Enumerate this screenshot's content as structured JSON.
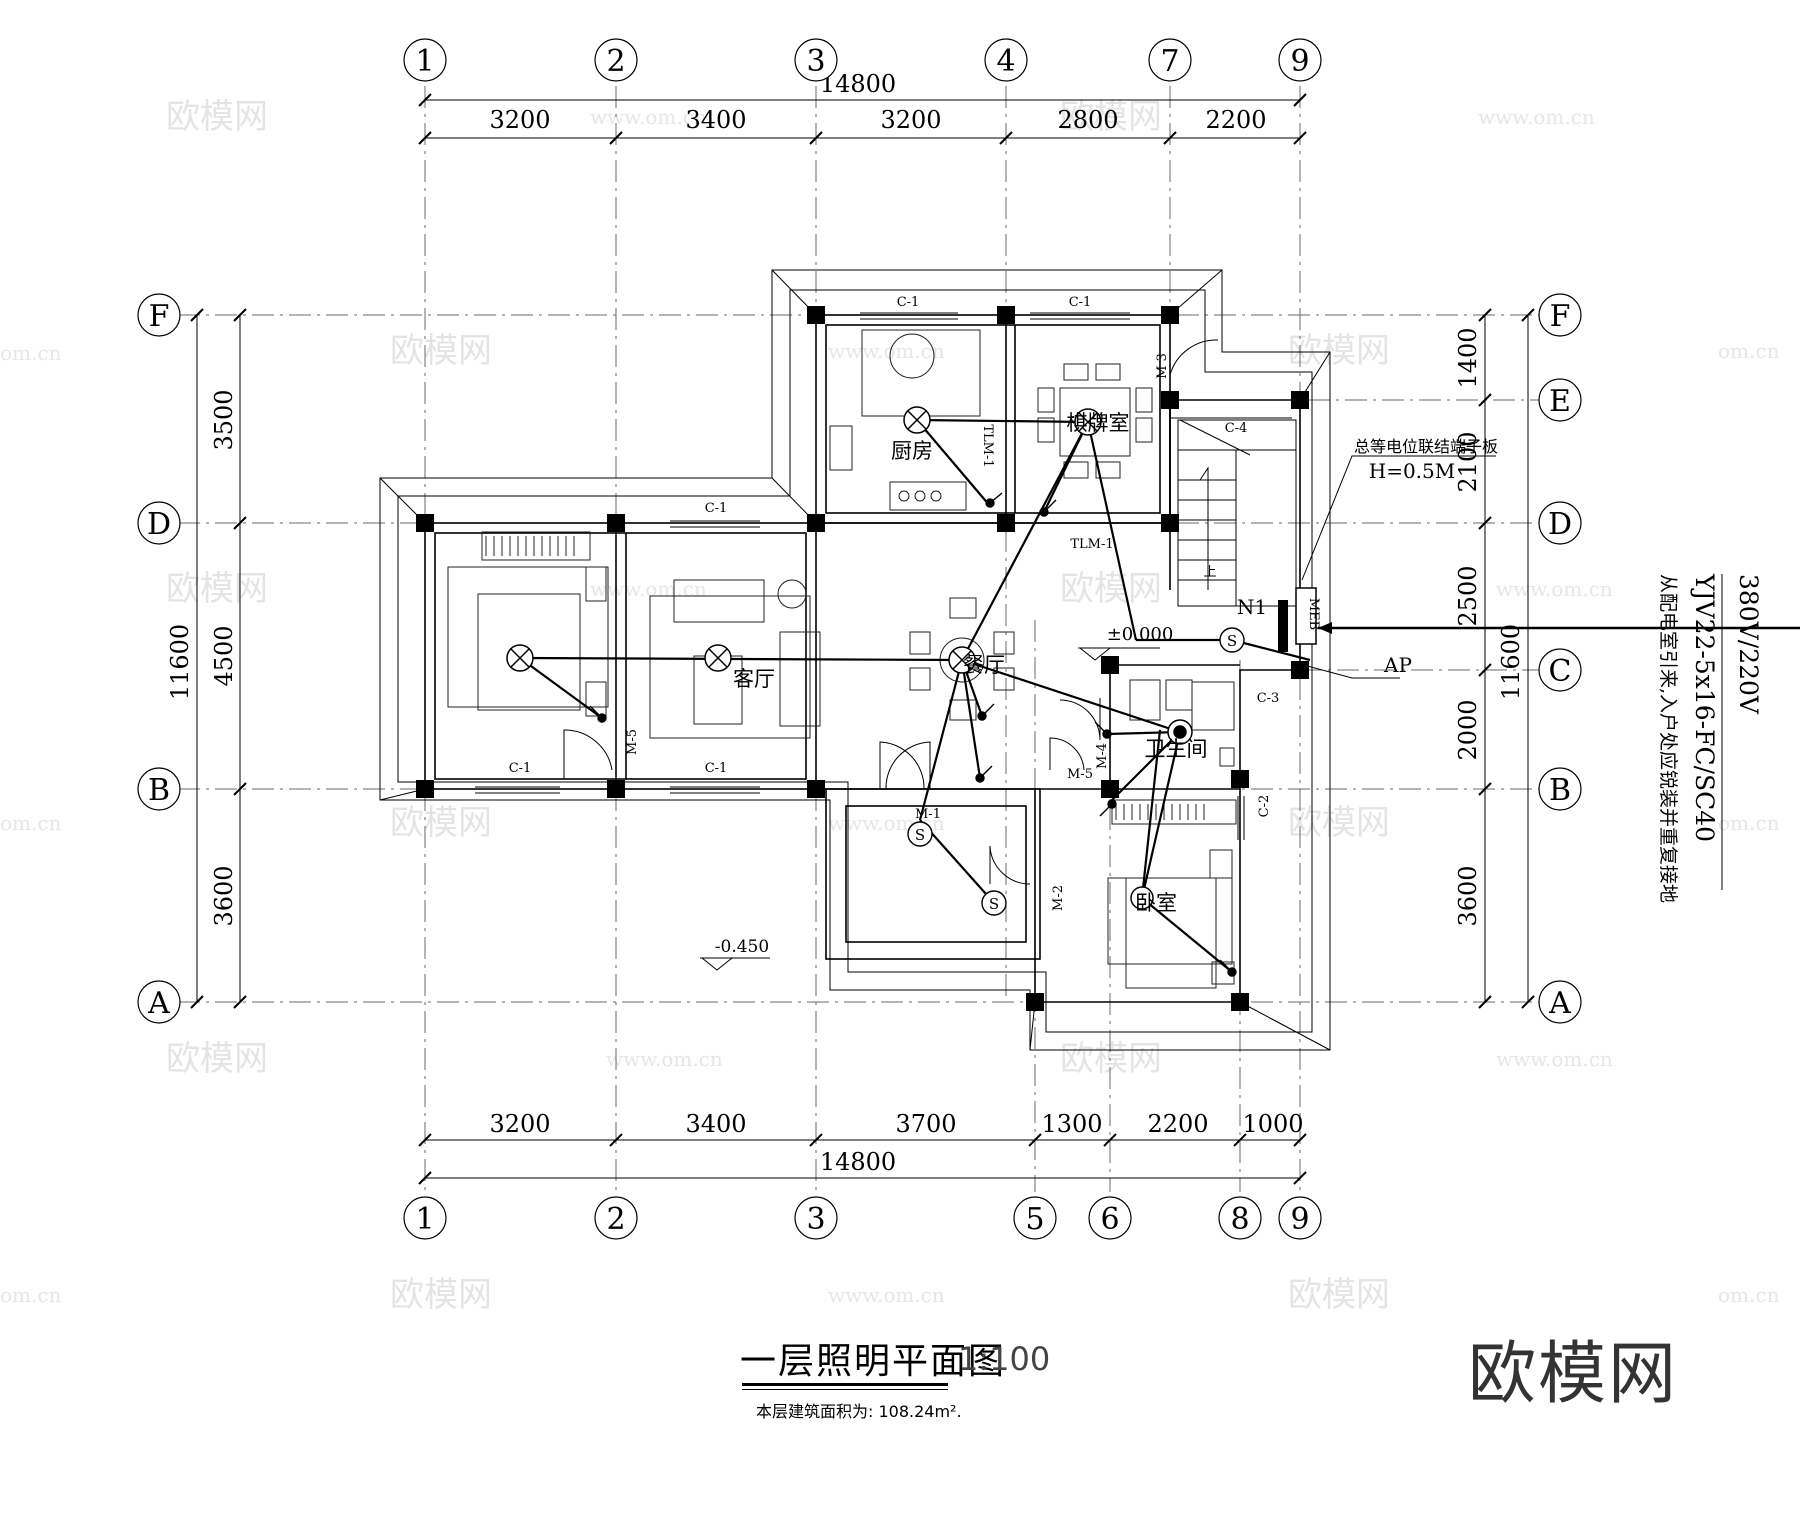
{
  "title": "一层照明平面图",
  "scale": "1:100",
  "area_note": "本层建筑面积为: 108.24m².",
  "brand": "欧模网",
  "watermark": {
    "cn": "欧模网",
    "url": "www.om.cn",
    "url_fragment": "om.cn"
  },
  "grid_top": [
    "1",
    "2",
    "3",
    "4",
    "7",
    "9"
  ],
  "grid_bottom": [
    "1",
    "2",
    "3",
    "5",
    "6",
    "8",
    "9"
  ],
  "grid_left": [
    "F",
    "D",
    "B",
    "A"
  ],
  "grid_right": [
    "F",
    "E",
    "D",
    "C",
    "B",
    "A"
  ],
  "dims_top_total": "14800",
  "dims_top": [
    "3200",
    "3400",
    "3200",
    "2800",
    "2200"
  ],
  "dims_bottom": [
    "3200",
    "3400",
    "3700",
    "1300",
    "2200",
    "1000"
  ],
  "dims_bottom_total": "14800",
  "dims_left_total": "11600",
  "dims_left": [
    "3500",
    "4500",
    "3600"
  ],
  "dims_right_total": "11600",
  "dims_right": [
    "1400",
    "2100",
    "2500",
    "2000",
    "3600"
  ],
  "rooms": {
    "kitchen": "厨房",
    "chess_room": "棋牌室",
    "living": "客厅",
    "dining": "餐厅",
    "bathroom": "卫生间",
    "bedroom": "卧室"
  },
  "tags": {
    "c1": "C-1",
    "c2": "C-2",
    "c3": "C-3",
    "c4": "C-4",
    "m1": "M-1",
    "m2": "M-2",
    "m3": "M 3",
    "m4": "M-4",
    "m5": "M-5",
    "tlm1": "TLM-1",
    "meb": "MEB",
    "n1": "N1",
    "ap": "AP",
    "stair_up": "上"
  },
  "elevations": {
    "floor": "±0.000",
    "yard": "-0.450"
  },
  "annotations": {
    "bonding_box": "总等电位联结端子板",
    "bonding_height": "H=0.5M",
    "supply_voltage": "380V/220V",
    "cable": "YJV22-5x16-FC/SC40",
    "entry_note": "从配电室引来,入户处应锐装并重复接地"
  },
  "switch_label": "S"
}
